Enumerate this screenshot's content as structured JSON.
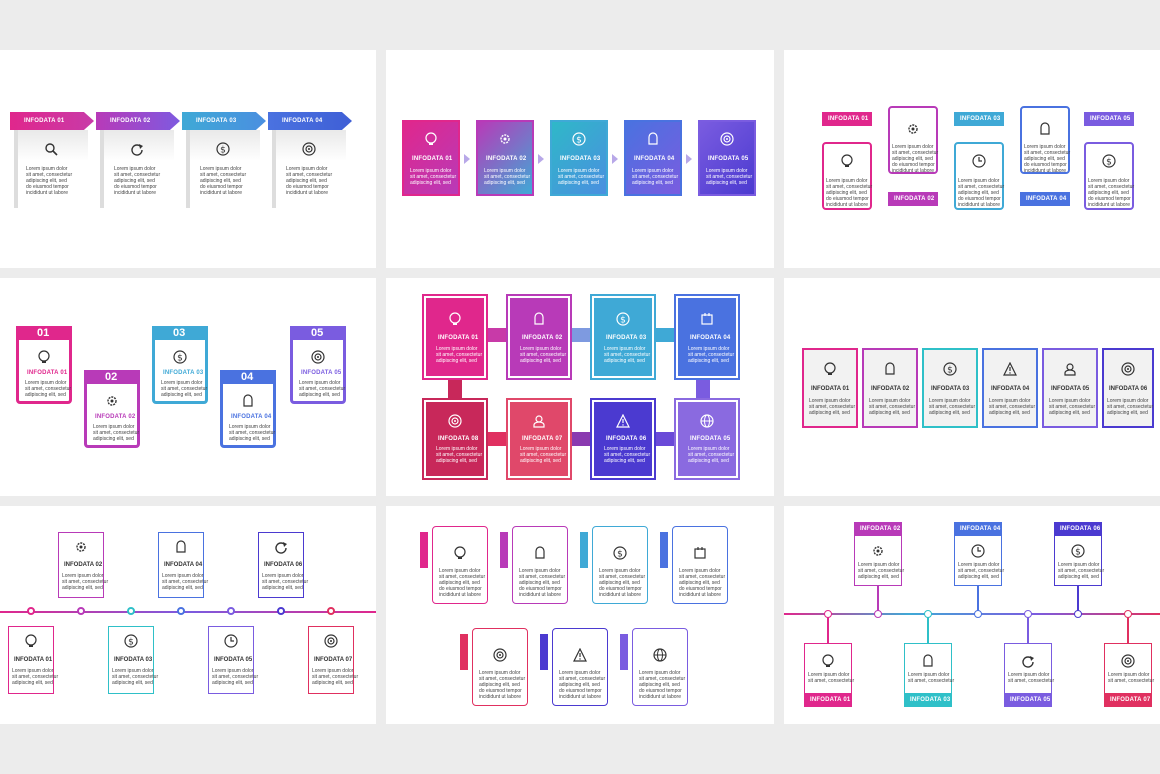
{
  "labels": {
    "i01": "INFODATA 01",
    "i02": "INFODATA 02",
    "i03": "INFODATA 03",
    "i04": "INFODATA 04",
    "i05": "INFODATA 05",
    "i06": "INFODATA 06",
    "i07": "INFODATA 07",
    "i08": "INFODATA 08"
  },
  "numbers": {
    "n01": "01",
    "n02": "02",
    "n03": "03",
    "n04": "04",
    "n05": "05"
  },
  "text": {
    "desc4": "Lorem ipsum dolor\nsit amet, consectetur\nadipiscing elit, sed\ndo eiusmod tempor\nincididunt ut labore",
    "desc3": "Lorem ipsum dolor\nsit amet, consectetur\nadipiscing elit, sed",
    "desc2": "Lorem ipsum dolor\nsit amet, consectetur"
  },
  "colors": {
    "magenta": "#e0278c",
    "purple": "#b83ab8",
    "cyan": "#3fa9d6",
    "blue": "#4a72e0",
    "violet": "#7a5ce0",
    "crimson": "#c8285a",
    "indigo": "#4b3ad0",
    "teal": "#2fc0c8"
  }
}
